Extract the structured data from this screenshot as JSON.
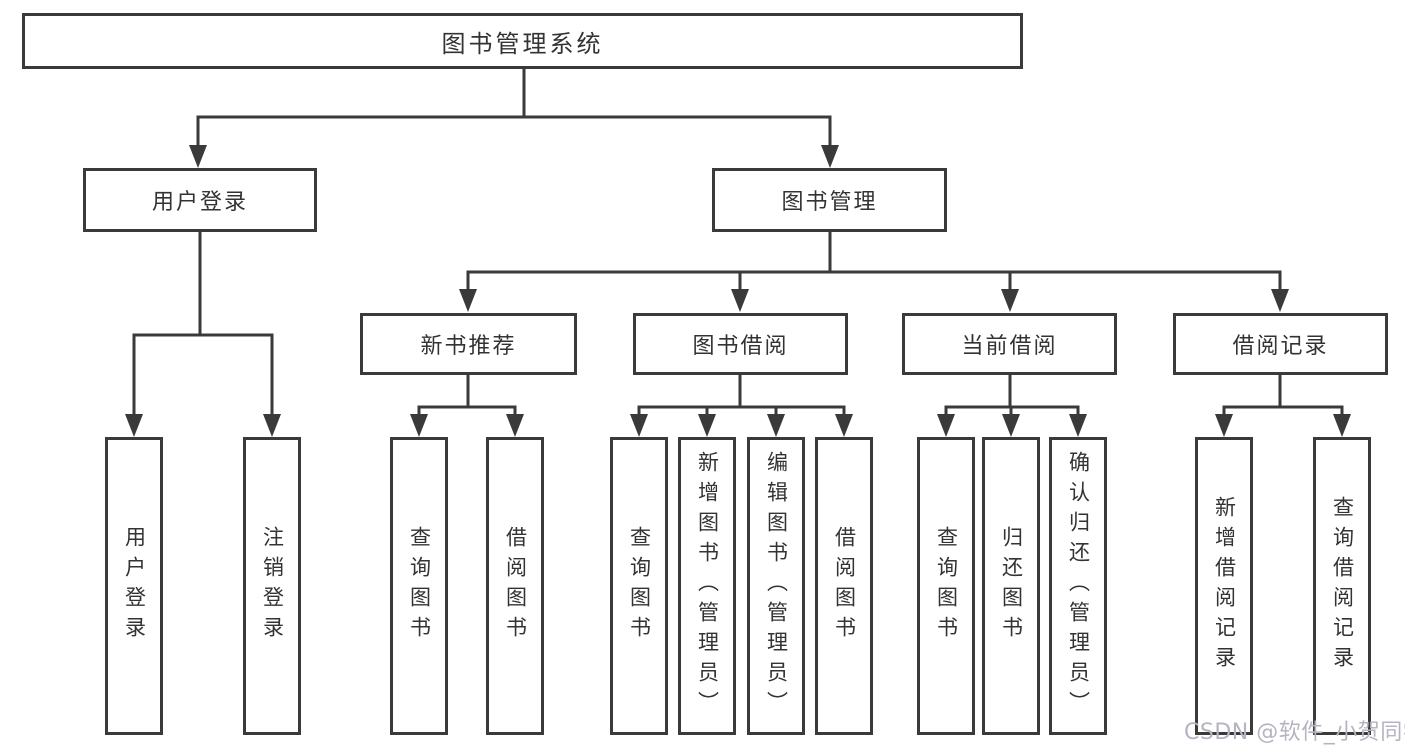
{
  "tree": {
    "root": {
      "label": "图书管理系统",
      "children": [
        {
          "label": "用户登录",
          "children": [
            {
              "label": "用户登录"
            },
            {
              "label": "注销登录"
            }
          ]
        },
        {
          "label": "图书管理",
          "children": [
            {
              "label": "新书推荐",
              "children": [
                {
                  "label": "查询图书"
                },
                {
                  "label": "借阅图书"
                }
              ]
            },
            {
              "label": "图书借阅",
              "children": [
                {
                  "label": "查询图书"
                },
                {
                  "label": "新增图书（管理员）"
                },
                {
                  "label": "编辑图书（管理员）"
                },
                {
                  "label": "借阅图书"
                }
              ]
            },
            {
              "label": "当前借阅",
              "children": [
                {
                  "label": "查询图书"
                },
                {
                  "label": "归还图书"
                },
                {
                  "label": "确认归还（管理员）"
                }
              ]
            },
            {
              "label": "借阅记录",
              "children": [
                {
                  "label": "新增借阅记录"
                },
                {
                  "label": "查询借阅记录"
                }
              ]
            }
          ]
        }
      ]
    }
  },
  "watermark": {
    "text": "CSDN @软件_小贺同学"
  },
  "colors": {
    "line": "#3a3a3a",
    "text": "#333333",
    "watermark": "#b5b4c2",
    "background": "#ffffff"
  }
}
